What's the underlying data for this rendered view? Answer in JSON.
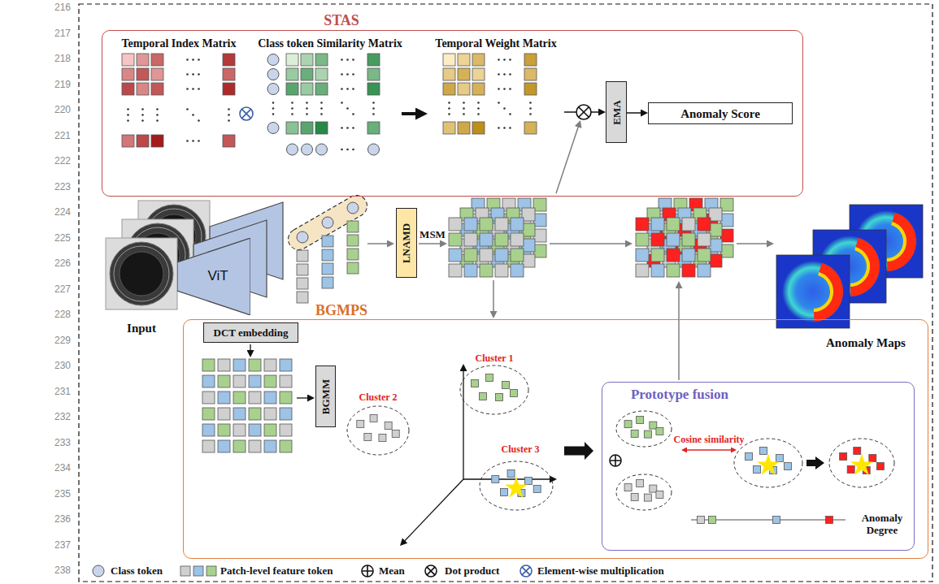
{
  "diagram": {
    "nodes": [
      {
        "text": [
          "STAS"
        ]
      },
      {
        "text": [
          "Temporal Index Matrix"
        ],
        "in": 0
      },
      {
        "text": [
          "Class token Similarity Matrix"
        ],
        "in": 0
      },
      {
        "text": [
          "Temporal Weight Matrix"
        ],
        "in": 0
      },
      {
        "text": [
          "EMA"
        ],
        "in": 0
      },
      {
        "text": [
          "Anomaly Score"
        ],
        "in": 0
      },
      {
        "text": [
          "ViT"
        ]
      },
      {
        "text": [
          "LNAMD"
        ]
      },
      {
        "text": [
          "BGMPS"
        ]
      },
      {
        "text": [
          "DCT embedding"
        ],
        "in": 8
      },
      {
        "text": [
          "BGMM"
        ],
        "in": 8
      },
      {
        "text": [
          "Prototype fusion"
        ],
        "in": 8
      }
    ],
    "edges": [
      {
        "from": 2,
        "to": 3,
        "arrow": "to"
      },
      {
        "from": 3,
        "to": 4,
        "arrow": "to"
      },
      {
        "from": 4,
        "to": 5,
        "arrow": "to"
      }
    ],
    "labels": [
      "216",
      "217",
      "218",
      "219",
      "220",
      "221",
      "222",
      "223",
      "224",
      "225",
      "226",
      "227",
      "228",
      "229",
      "230",
      "231",
      "232",
      "233",
      "234",
      "235",
      "236",
      "237",
      "238",
      "Input",
      "MSM",
      "Anomaly Maps",
      "Cluster 1",
      "Cluster 2",
      "Cluster 3",
      "Cosine similarity",
      "Anomaly Degree"
    ],
    "legend": [
      {
        "text": "Class token"
      },
      {
        "text": "Patch-level feature token"
      },
      {
        "text": "Mean"
      },
      {
        "text": "Dot product"
      },
      {
        "text": "Element-wise multiplication"
      }
    ]
  }
}
